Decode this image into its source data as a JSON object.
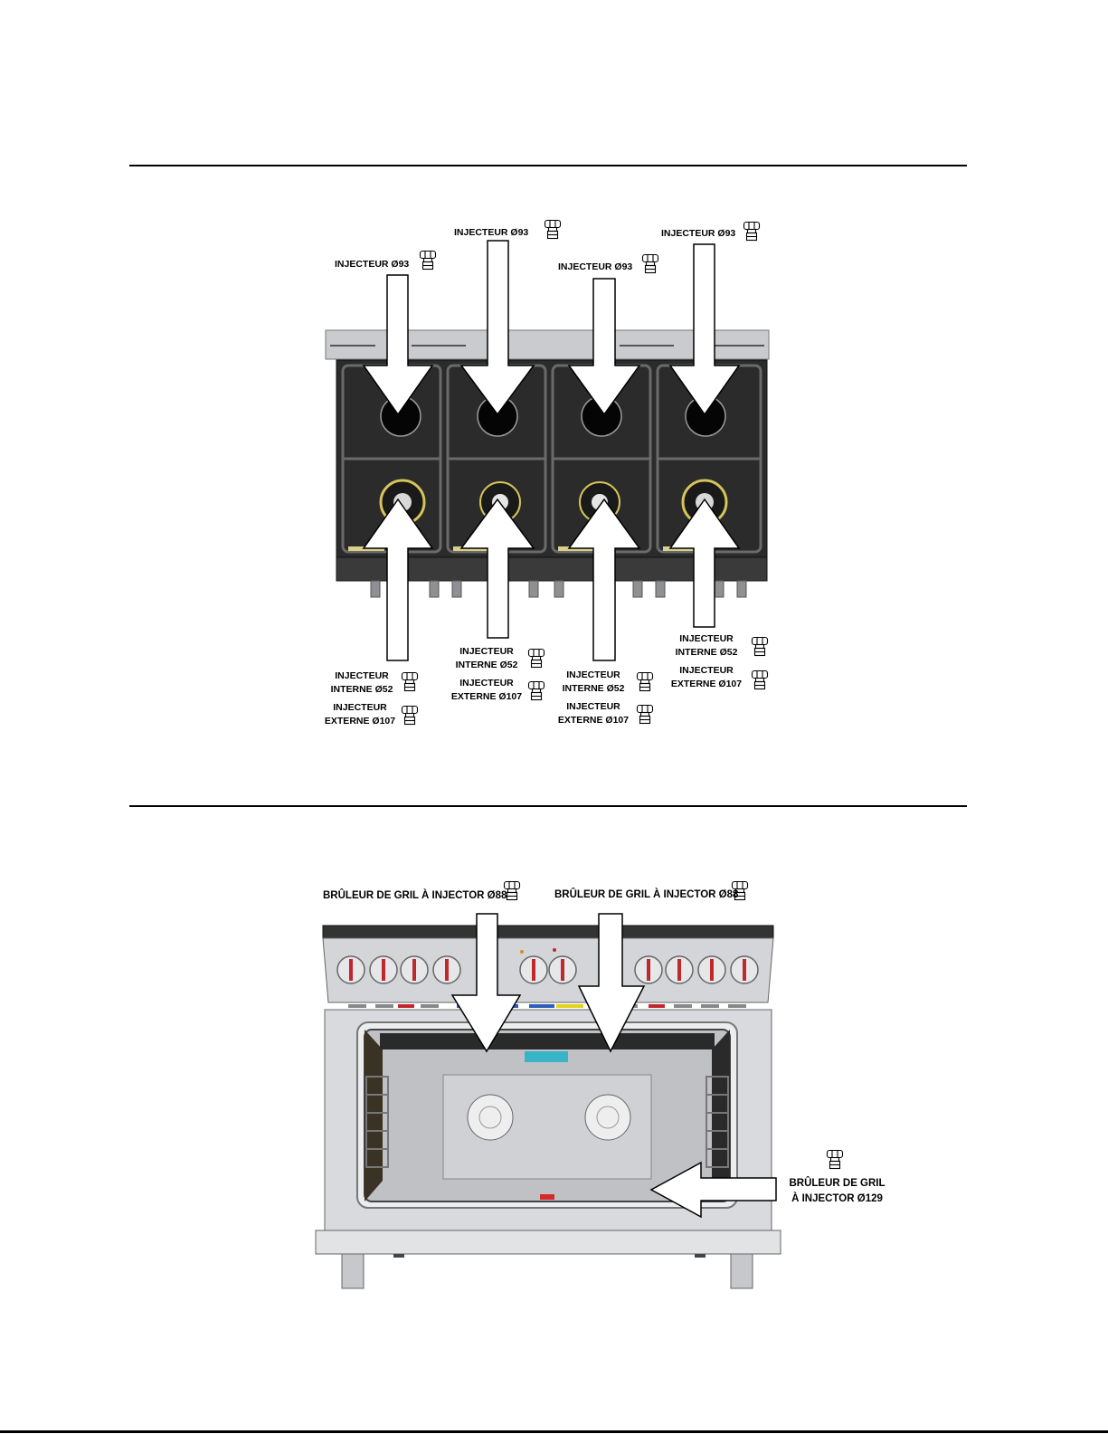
{
  "figure_top": {
    "labels": {
      "b1_top": "INJECTEUR Ø93",
      "b2_top": "INJECTEUR Ø93",
      "b3_top": "INJECTEUR Ø93",
      "b4_top": "INJECTEUR Ø93",
      "b1_inner_a": "INJECTEUR",
      "b1_inner_b": "INTERNE Ø52",
      "b1_outer_a": "INJECTEUR",
      "b1_outer_b": "EXTERNE Ø107",
      "b2_inner_a": "INJECTEUR",
      "b2_inner_b": "INTERNE Ø52",
      "b2_outer_a": "INJECTEUR",
      "b2_outer_b": "EXTERNE Ø107",
      "b3_inner_a": "INJECTEUR",
      "b3_inner_b": "INTERNE Ø52",
      "b3_outer_a": "INJECTEUR",
      "b3_outer_b": "EXTERNE Ø107",
      "b4_inner_a": "INJECTEUR",
      "b4_inner_b": "INTERNE Ø52",
      "b4_outer_a": "INJECTEUR",
      "b4_outer_b": "EXTERNE Ø107"
    }
  },
  "figure_bottom": {
    "labels": {
      "grill_left": "BRÛLEUR DE GRIL À INJECTOR Ø88",
      "grill_right": "BRÛLEUR DE GRIL À INJECTOR Ø88",
      "bottom_a": "BRÛLEUR DE GRIL",
      "bottom_b": "À INJECTOR Ø129"
    }
  },
  "icons": {
    "injector": "injector-icon",
    "arrow": "arrow-icon"
  },
  "colors": {
    "cooktop": "#2d2d2d",
    "steel": "#c4c6c9",
    "oven_interior": "#bfc1c4",
    "knob_accent": "#c0282d"
  }
}
